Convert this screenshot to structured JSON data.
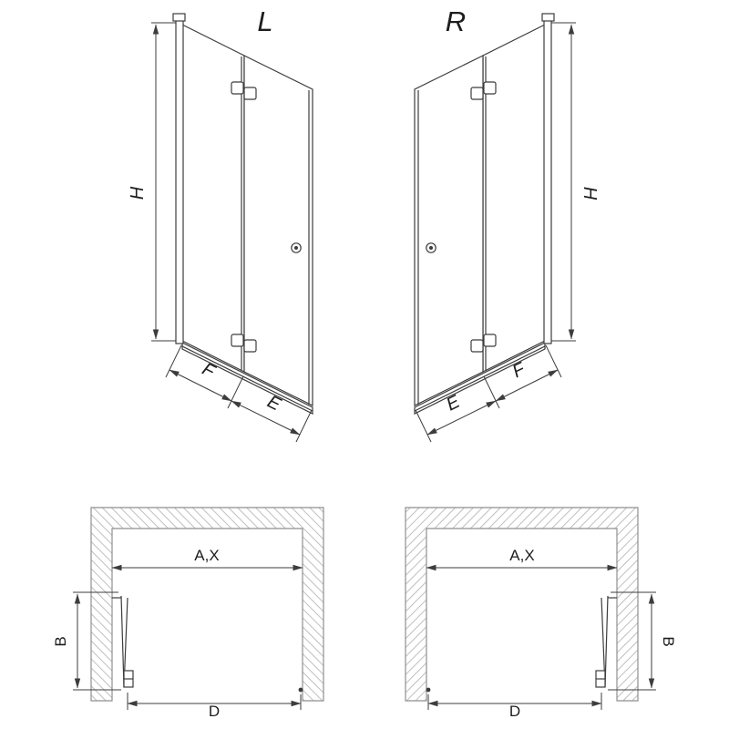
{
  "views": {
    "iso_left": {
      "label": "L",
      "dims": {
        "height": "H",
        "segment_f": "F",
        "segment_e": "E"
      }
    },
    "iso_right": {
      "label": "R",
      "dims": {
        "height": "H",
        "segment_f": "F",
        "segment_e": "E"
      }
    },
    "plan_left": {
      "dims": {
        "opening_width": "A,X",
        "door_projection": "B",
        "entry_width": "D"
      }
    },
    "plan_right": {
      "dims": {
        "opening_width": "A,X",
        "door_projection": "B",
        "entry_width": "D"
      }
    }
  },
  "colors": {
    "line": "#3c3c3c",
    "dimension": "#3d3d3d",
    "hatch": "#b4b4b4",
    "wall_outline": "#8f8f8f",
    "text": "#1d1d1d",
    "background": "#ffffff"
  }
}
